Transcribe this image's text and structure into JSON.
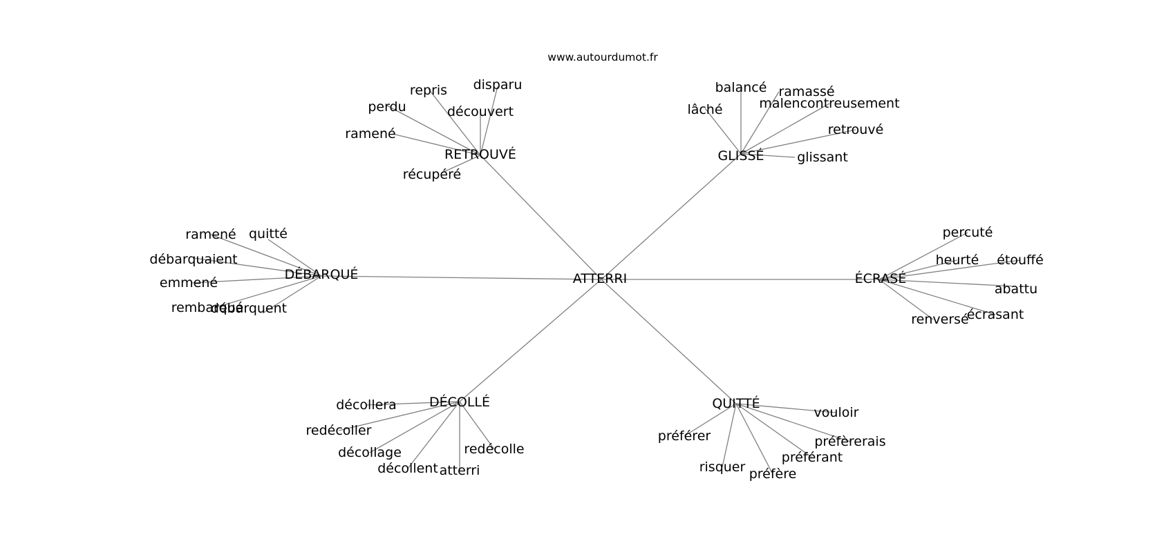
{
  "site": "www.autourdumot.fr",
  "center": "ATTERRI",
  "clusters": [
    {
      "hub": "RETROUVÉ",
      "leaves": [
        "disparu",
        "repris",
        "perdu",
        "découvert",
        "ramené",
        "récupéré"
      ]
    },
    {
      "hub": "GLISSÉ",
      "leaves": [
        "balancé",
        "ramassé",
        "lâché",
        "malencontreusement",
        "retrouvé",
        "glissant"
      ]
    },
    {
      "hub": "DÉBARQUÉ",
      "leaves": [
        "ramené",
        "quitté",
        "débarquaient",
        "emmené",
        "rembarqué",
        "débarquent"
      ]
    },
    {
      "hub": "ÉCRASÉ",
      "leaves": [
        "percuté",
        "heurté",
        "étouffé",
        "abattu",
        "écrasant",
        "renversé"
      ]
    },
    {
      "hub": "DÉCOLLÉ",
      "leaves": [
        "décollera",
        "redécoller",
        "décollage",
        "décollent",
        "atterri",
        "redécolle"
      ]
    },
    {
      "hub": "QUITTÉ",
      "leaves": [
        "vouloir",
        "préférer",
        "préfèrerais",
        "préférant",
        "risquer",
        "préfère"
      ]
    }
  ]
}
